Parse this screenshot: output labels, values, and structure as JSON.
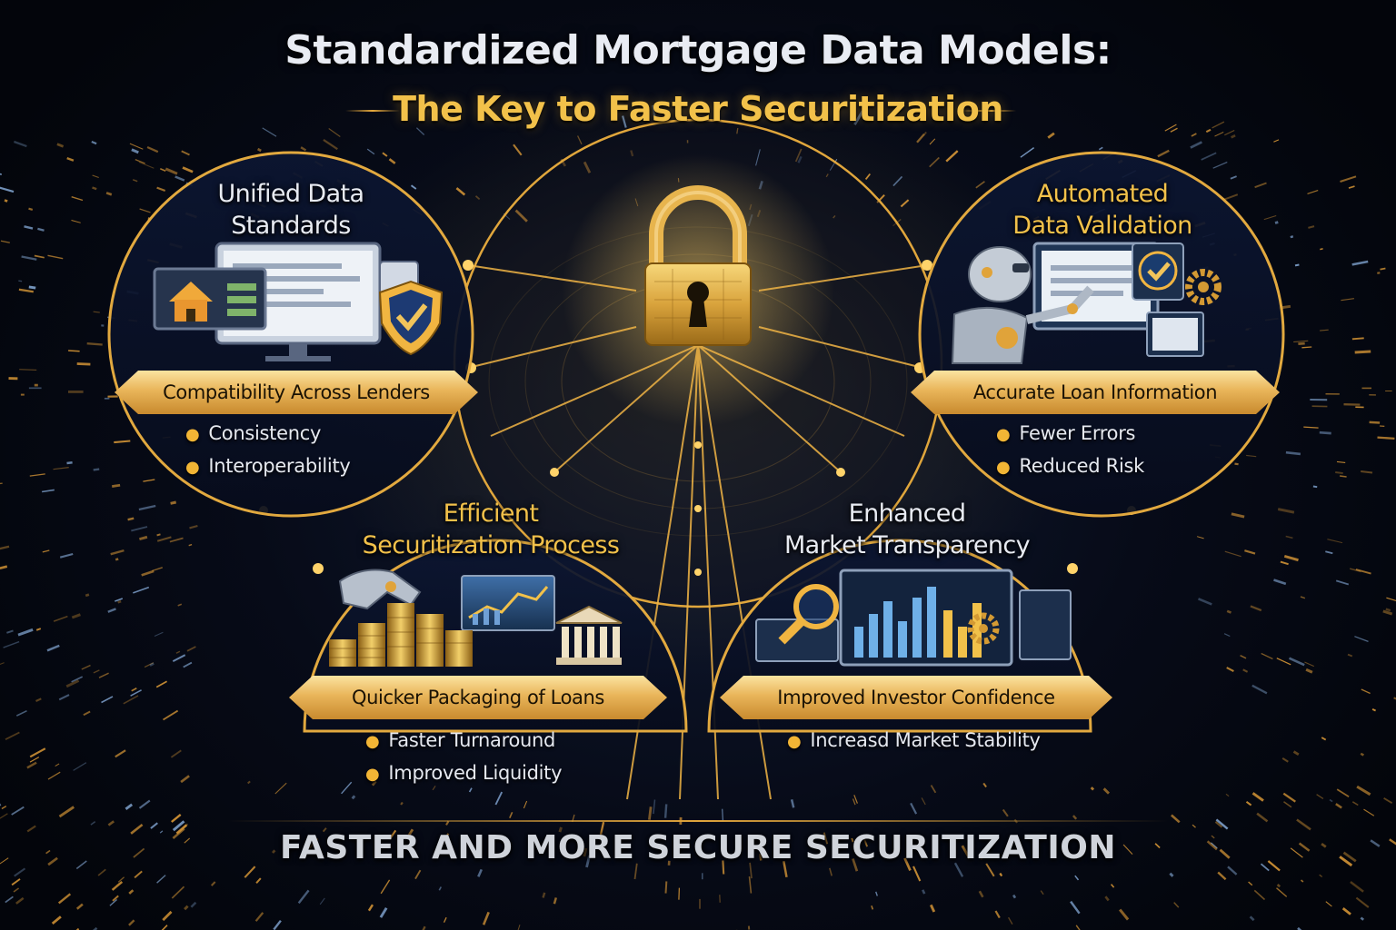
{
  "header": {
    "title": "Standardized Mortgage Data Models:",
    "subtitle": "The Key to Faster Securitization"
  },
  "colors": {
    "accent_gold": "#f2c14a",
    "banner_gold": "#e9b55a",
    "background_navy": "#070b18",
    "text_light": "#e8ebf2"
  },
  "panels": {
    "unified": {
      "heading_line1": "Unified Data",
      "heading_line2": "Standards",
      "banner": "Compatibility Across Lenders",
      "bullets": [
        "Consistency",
        "Interoperability"
      ],
      "icons": [
        "house-icon",
        "monitor-icon",
        "shield-check-icon"
      ]
    },
    "automated": {
      "heading_line1": "Automated",
      "heading_line2": "Data Validation",
      "banner": "Accurate Loan Information",
      "bullets": [
        "Fewer Errors",
        "Reduced Risk"
      ],
      "icons": [
        "robot-icon",
        "checkmark-icon",
        "gear-icon"
      ]
    },
    "efficient": {
      "heading_line1": "Efficient",
      "heading_line2": "Securitization Process",
      "banner": "Quicker Packaging of Loans",
      "bullets": [
        "Faster Turnaround",
        "Improved Liquidity"
      ],
      "icons": [
        "robotic-hand-icon",
        "coin-stacks-icon",
        "bank-icon",
        "chart-icon"
      ]
    },
    "enhanced": {
      "heading_line1": "Enhanced",
      "heading_line2": "Market Transparency",
      "banner": "Improved Investor Confidence",
      "bullets": [
        "Increasd Market Stability"
      ],
      "icons": [
        "magnifier-icon",
        "bar-chart-icon",
        "gear-icon"
      ]
    }
  },
  "center_icon": "padlock-icon",
  "footer": "FASTER AND MORE SECURE SECURITIZATION"
}
